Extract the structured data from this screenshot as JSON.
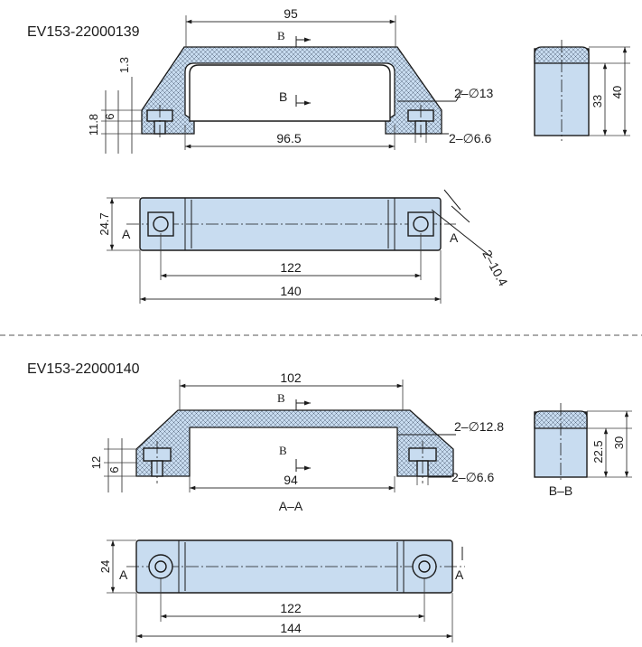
{
  "models": [
    {
      "code": "EV153-22000139",
      "dims": {
        "top_width": "95",
        "bottom_span": "96.5",
        "hole_counterbore": "2–∅13",
        "hole_thru": "2–∅6.6",
        "wall": "1.3",
        "height_total": "11.8",
        "height_step": "6",
        "side_height_inner": "33",
        "side_height_total": "40",
        "plan_width": "24.7",
        "plan_pitch": "122",
        "plan_length": "140",
        "wrench": "2–10.4"
      }
    },
    {
      "code": "EV153-22000140",
      "dims": {
        "top_width": "102",
        "bottom_span": "94",
        "hole_counterbore": "2–∅12.8",
        "hole_thru": "2–∅6.6",
        "height_total": "12",
        "height_step": "6",
        "side_height_inner": "22.5",
        "side_height_total": "30",
        "plan_width": "24",
        "plan_pitch": "122",
        "plan_length": "144"
      }
    }
  ],
  "labels": {
    "section_b": "B",
    "section_a": "A",
    "view_aa": "A–A",
    "view_bb": "B–B"
  }
}
